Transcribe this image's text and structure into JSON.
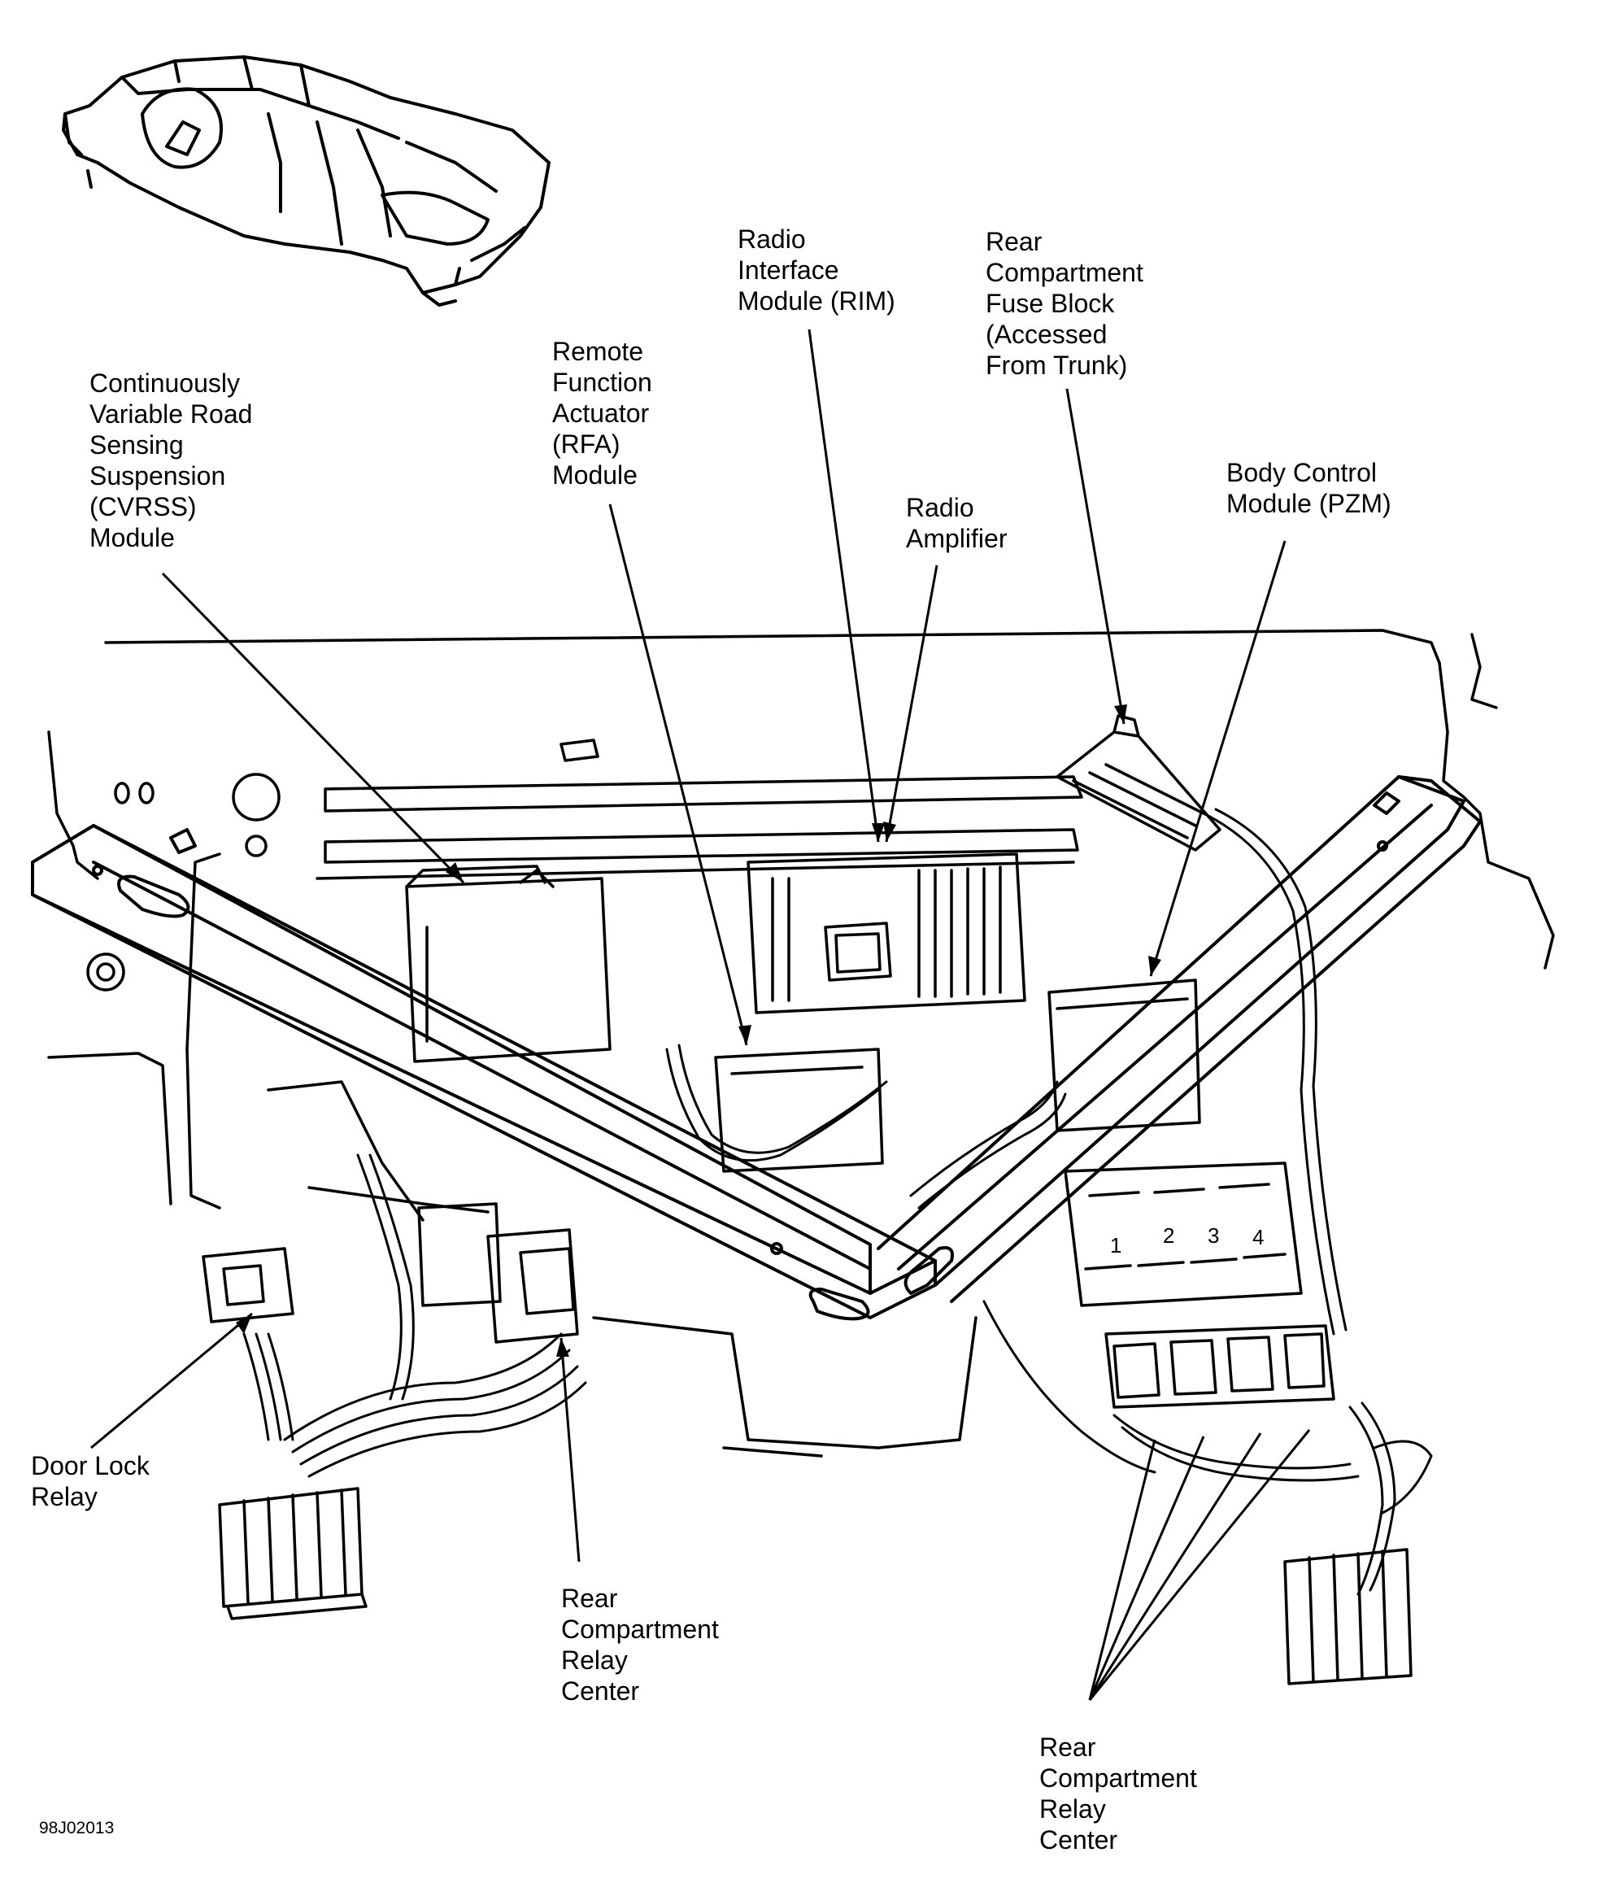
{
  "callouts": {
    "cvrss": [
      "Continuously",
      "Variable Road",
      "Sensing",
      "Suspension",
      "(CVRSS)",
      "Module"
    ],
    "rfa": [
      "Remote",
      "Function",
      "Actuator",
      "(RFA)",
      "Module"
    ],
    "rim": [
      "Radio",
      "Interface",
      "Module (RIM)"
    ],
    "fuse_block": [
      "Rear",
      "Compartment",
      "Fuse Block",
      "(Accessed",
      "From Trunk)"
    ],
    "bcm": [
      "Body Control",
      "Module (PZM)"
    ],
    "amplifier": [
      "Radio",
      "Amplifier"
    ],
    "door_lock_relay": [
      "Door Lock",
      "Relay"
    ],
    "relay_center_left": [
      "Rear",
      "Compartment",
      "Relay",
      "Center"
    ],
    "relay_center_right": [
      "Rear",
      "Compartment",
      "Relay",
      "Center"
    ]
  },
  "relay_numbers": [
    "1",
    "2",
    "3",
    "4"
  ],
  "figure_id": "98J02013"
}
